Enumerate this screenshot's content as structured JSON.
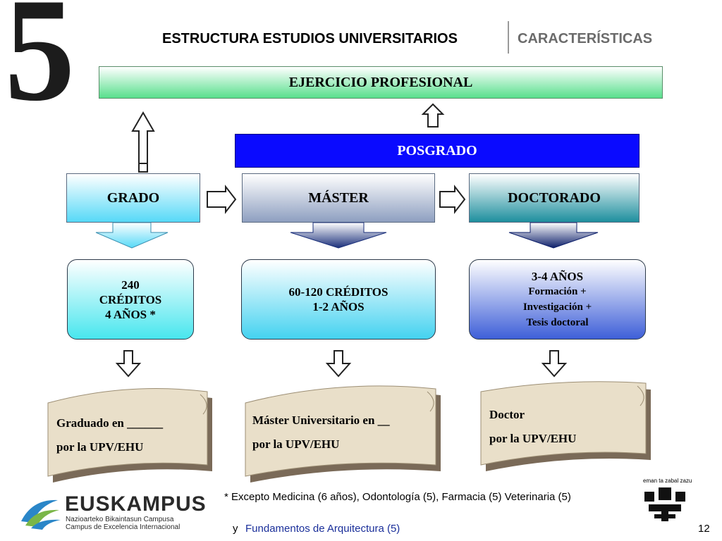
{
  "header": {
    "title": "ESTRUCTURA ESTUDIOS UNIVERSITARIOS",
    "section": "CARACTERÍSTICAS",
    "chapter_number": "5"
  },
  "diagram": {
    "top_box": "EJERCICIO PROFESIONAL",
    "posgrado": "POSGRADO",
    "levels": [
      "GRADO",
      "MÁSTER",
      "DOCTORADO"
    ],
    "details": {
      "grado": [
        "240",
        "CRÉDITOS",
        "4 AÑOS *"
      ],
      "master": [
        "60-120 CRÉDITOS",
        "1-2 AÑOS"
      ],
      "doctorado_title": "3-4 AÑOS",
      "doctorado": [
        "Formación +",
        "Investigación +",
        "Tesis doctoral"
      ]
    },
    "titles": {
      "grado": [
        "Graduado en  ______",
        "por la UPV/EHU"
      ],
      "master": [
        "Máster Universitario en  __",
        "por la UPV/EHU"
      ],
      "doctor": [
        "Doctor",
        "por la  UPV/EHU"
      ]
    }
  },
  "footnote": "* Excepto Medicina (6 años), Odontología (5), Farmacia (5) Veterinaria (5)",
  "footer": {
    "prefix": "y",
    "course": "Fundamentos de Arquitectura (5)",
    "page": "12"
  },
  "logo": {
    "name": "EUSKAMPUS",
    "line1": "Nazioarteko Bikaintasun Campusa",
    "line2": "Campus de Excelencia Internacional",
    "upv_text": "eman ta zabal zazu"
  }
}
